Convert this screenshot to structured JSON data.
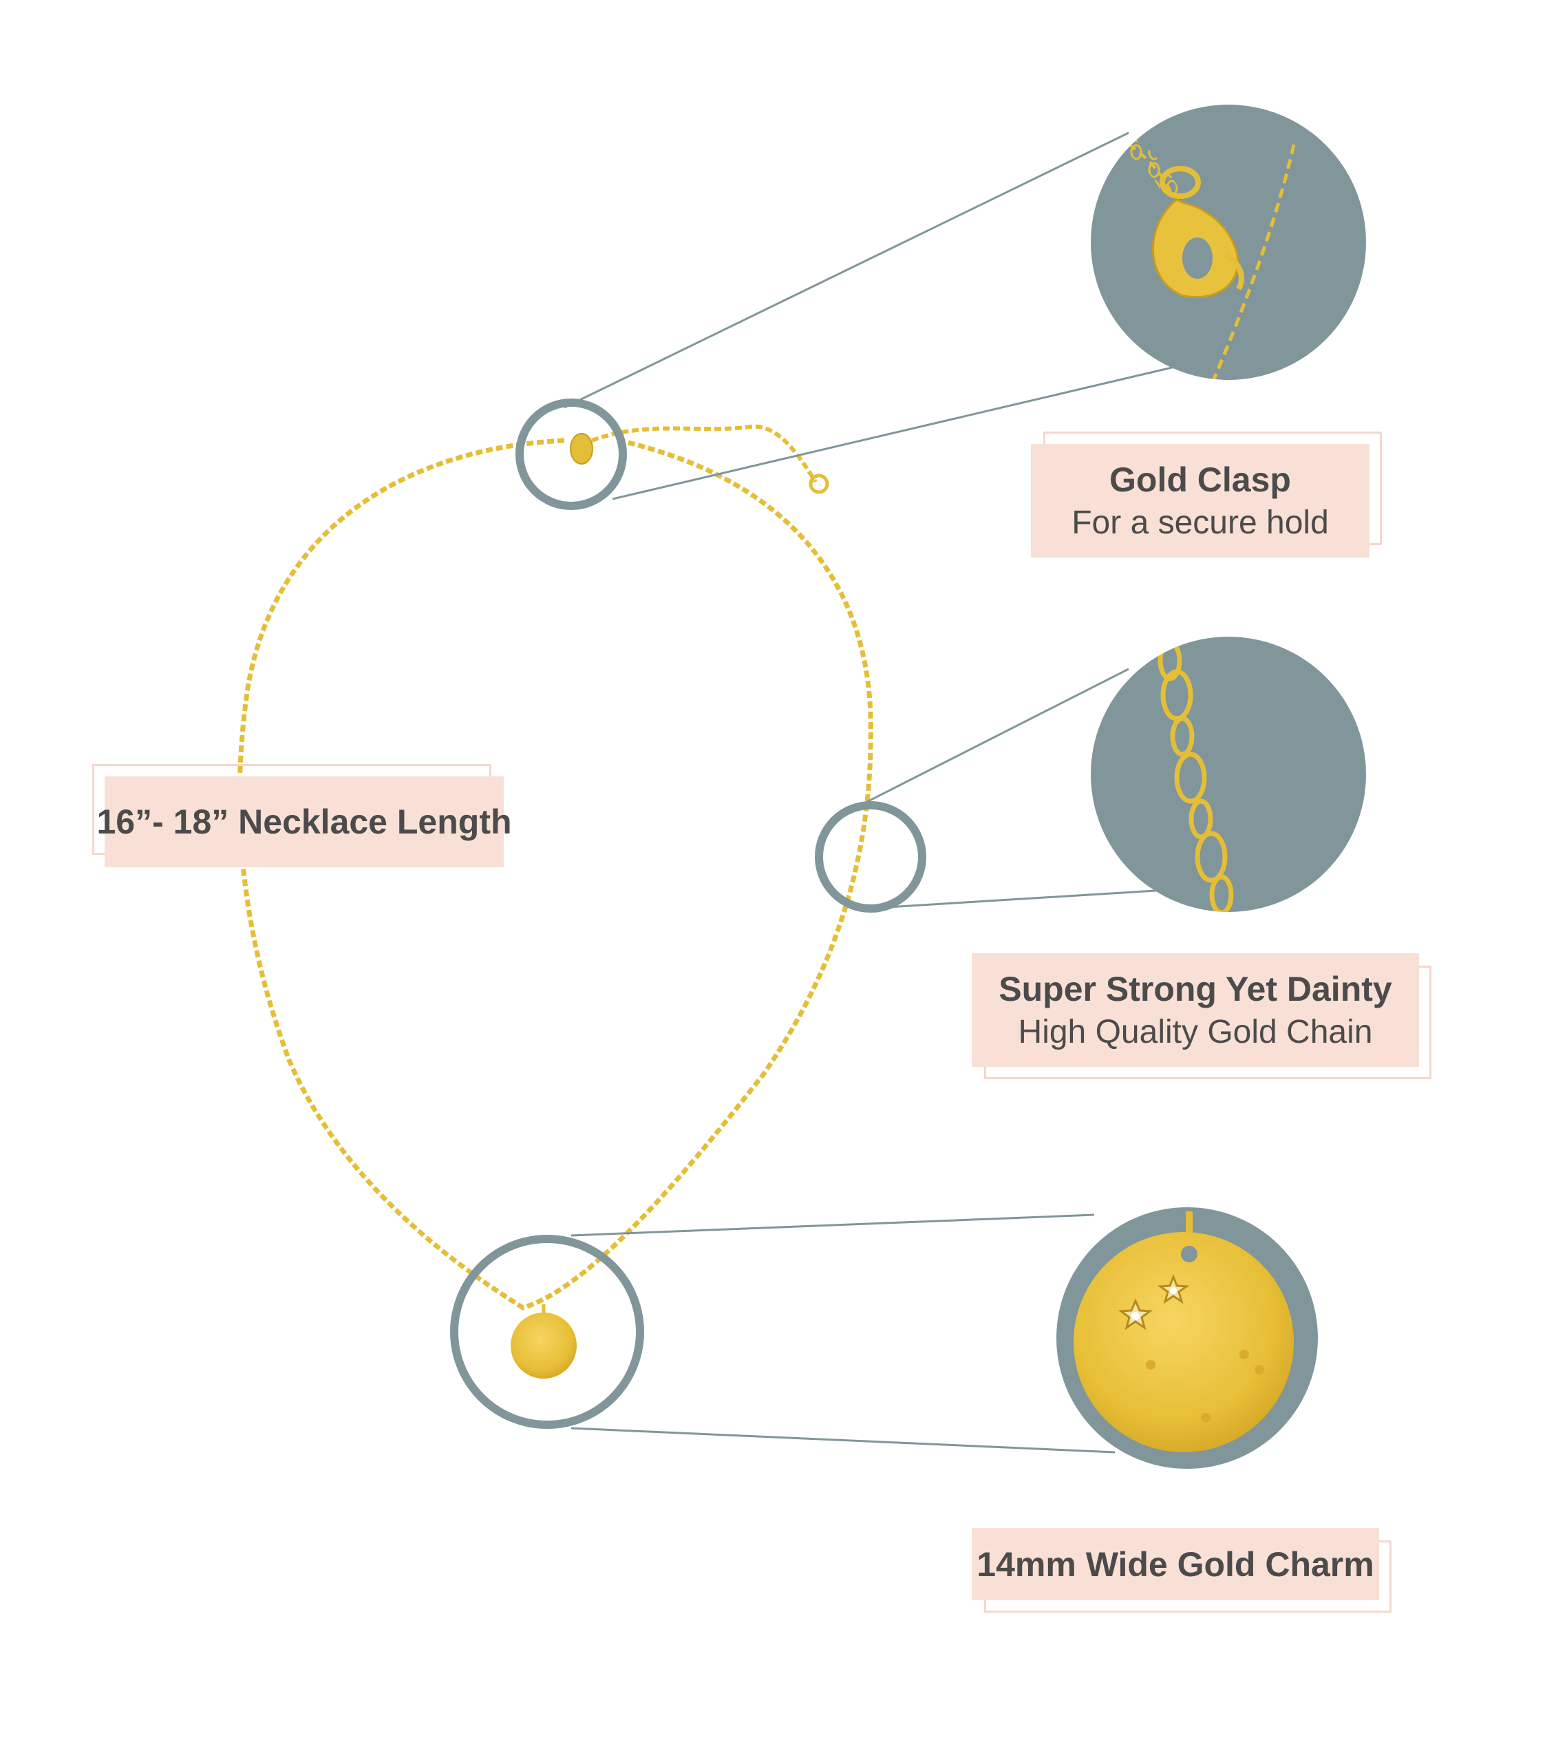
{
  "features": [
    {
      "id": "clasp",
      "title": "Gold Clasp",
      "subtitle": "For a secure hold"
    },
    {
      "id": "length",
      "title": "16”- 18” Necklace Length",
      "subtitle": ""
    },
    {
      "id": "chain",
      "title": "Super Strong Yet Dainty",
      "subtitle": "High Quality Gold Chain"
    },
    {
      "id": "charm",
      "title": "14mm Wide Gold Charm",
      "subtitle": ""
    }
  ],
  "colors": {
    "callout_circle": "#80969a",
    "label_fill": "#f9e0d7",
    "label_outline": "#f6d7cc",
    "gold": "#e5be38",
    "text": "#4b4b4b"
  }
}
